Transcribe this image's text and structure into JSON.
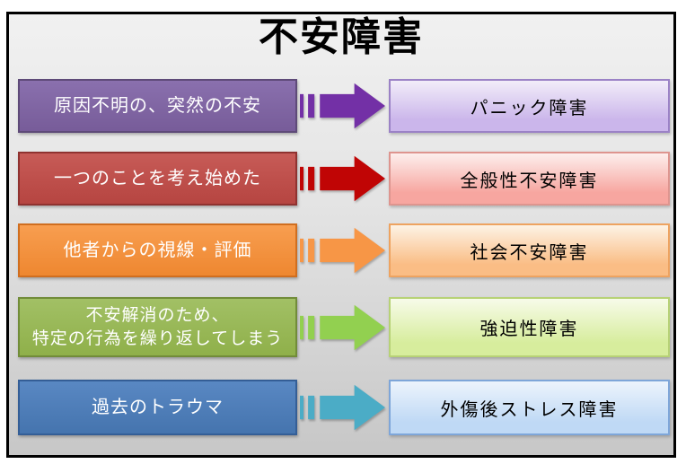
{
  "title": "不安障害",
  "frame": {
    "border_color": "#000000",
    "background_top": "#F1F1F1",
    "background_bottom": "#C7C7C7"
  },
  "rows": [
    {
      "cause": "原因不明の、突然の不安",
      "disorder": "パニック障害",
      "colors": {
        "cause_bg_top": "#8A70AE",
        "cause_bg_bottom": "#775C99",
        "cause_border": "#5E4A78",
        "arrow": "#7330A6",
        "disorder_bg_top": "#F2EDF9",
        "disorder_bg_bottom": "#CBB6EB",
        "disorder_border": "#9B82C6"
      }
    },
    {
      "cause": "一つのことを考え始めた",
      "disorder": "全般性不安障害",
      "colors": {
        "cause_bg_top": "#C75B57",
        "cause_bg_bottom": "#B64541",
        "cause_border": "#8F3230",
        "arrow": "#C00505",
        "disorder_bg_top": "#FDEFED",
        "disorder_bg_bottom": "#F7A6A0",
        "disorder_border": "#DE958F"
      }
    },
    {
      "cause": "他者からの視線・評価",
      "disorder": "社会不安障害",
      "colors": {
        "cause_bg_top": "#F89E50",
        "cause_bg_bottom": "#EE8730",
        "cause_border": "#D06E1F",
        "arrow": "#F79646",
        "disorder_bg_top": "#FDF3E5",
        "disorder_bg_bottom": "#FABD85",
        "disorder_border": "#EEA360"
      }
    },
    {
      "cause": "不安解消のため、\n特定の行為を繰り返してしまう",
      "disorder": "強迫性障害",
      "colors": {
        "cause_bg_top": "#A2C065",
        "cause_bg_bottom": "#8FB04A",
        "cause_border": "#718C39",
        "arrow": "#92D050",
        "disorder_bg_top": "#F7FBE9",
        "disorder_bg_bottom": "#D7ED9D",
        "disorder_border": "#B7D276"
      }
    },
    {
      "cause": "過去のトラウマ",
      "disorder": "外傷後ストレス障害",
      "colors": {
        "cause_bg_top": "#5988C3",
        "cause_bg_bottom": "#4574AE",
        "cause_border": "#345E96",
        "arrow": "#4BACC6",
        "disorder_bg_top": "#EDF4FC",
        "disorder_bg_bottom": "#BFD9F5",
        "disorder_border": "#7EA6D9"
      }
    }
  ]
}
